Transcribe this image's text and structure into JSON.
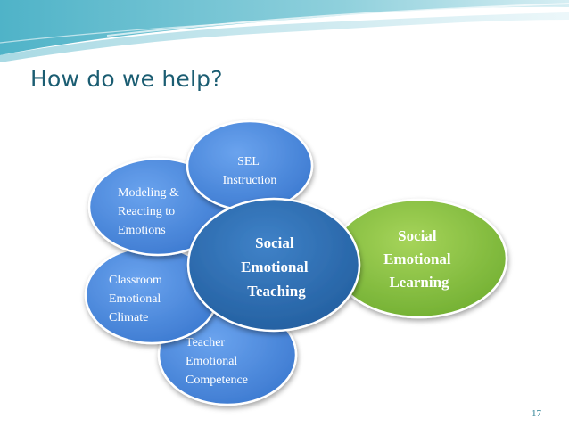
{
  "slide": {
    "title": "How do we help?",
    "page_number": "17"
  },
  "diagram": {
    "center": {
      "lines": [
        "Social",
        "Emotional",
        "Teaching"
      ],
      "color": "#2f6cad"
    },
    "outcome": {
      "lines": [
        "Social",
        "Emotional",
        "Learning"
      ],
      "color": "#7fbf3a"
    },
    "components": [
      {
        "id": "sel-instruction",
        "lines": [
          "SEL",
          "Instruction"
        ]
      },
      {
        "id": "modeling",
        "lines": [
          "Modeling &",
          "Reacting to",
          "Emotions"
        ]
      },
      {
        "id": "classroom-climate",
        "lines": [
          "Classroom",
          "Emotional",
          "Climate"
        ]
      },
      {
        "id": "teacher-competence",
        "lines": [
          "Teacher",
          "Emotional",
          "Competence"
        ]
      }
    ],
    "component_color": "#4a88d8"
  }
}
